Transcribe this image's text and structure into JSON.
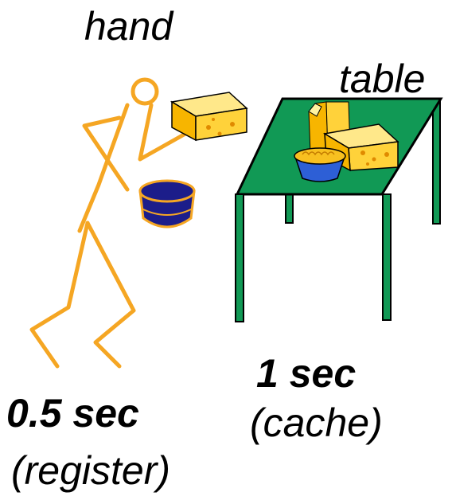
{
  "labels": {
    "hand": "hand",
    "table": "table",
    "cache_time": "1 sec",
    "cache_name": "(cache)",
    "register_time": "0.5 sec",
    "register_name": "(register)"
  },
  "colors": {
    "figure": "#f5a623",
    "table_top": "#119955",
    "table_outline": "#000000",
    "cheese": "#ffd23a",
    "cheese_side": "#f7b500",
    "bowl_in_hand": "#1c1d8a",
    "bowl_on_table": "#2d5fd6",
    "mac_and_cheese": "#f8c020"
  }
}
